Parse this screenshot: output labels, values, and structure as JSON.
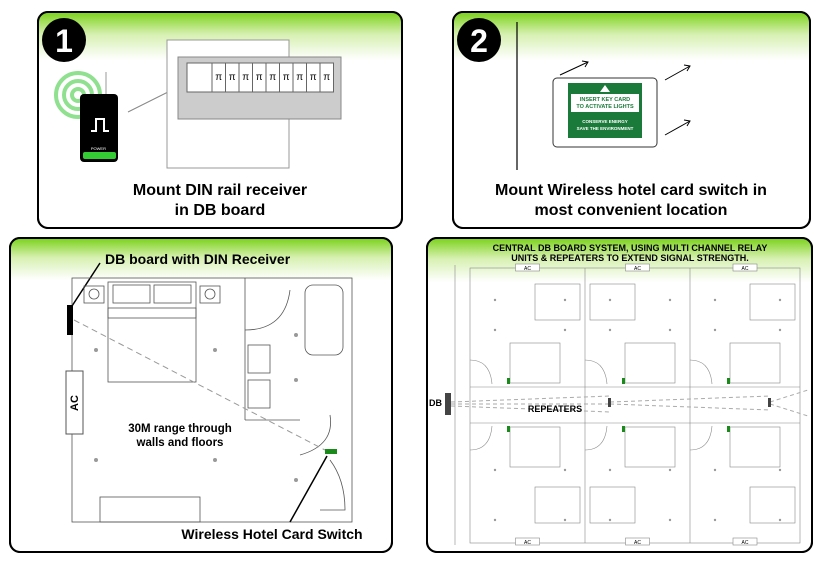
{
  "step1": {
    "number": "1",
    "caption_line1": "Mount DIN rail receiver",
    "caption_line2": "in DB board",
    "receiver_label": "POWER",
    "breaker_symbol": "π"
  },
  "step2": {
    "number": "2",
    "caption_line1": "Mount Wireless hotel card switch in",
    "caption_line2": "most convenient location",
    "switch_text_top1": "INSERT KEY CARD",
    "switch_text_top2": "TO ACTIVATE LIGHTS",
    "switch_text_bottom1": "CONSERVE ENERGY",
    "switch_text_bottom2": "SAVE THE ENVIRONMENT"
  },
  "room_plan": {
    "db_label": "DB board with DIN Receiver",
    "ac_label": "AC",
    "range_line1": "30M range through",
    "range_line2": "walls and floors",
    "switch_label": "Wireless Hotel Card Switch"
  },
  "central_system": {
    "title_line1": "CENTRAL DB BOARD SYSTEM, USING MULTI CHANNEL RELAY",
    "title_line2": "UNITS & REPEATERS TO EXTEND SIGNAL STRENGTH.",
    "db_label": "DB",
    "repeaters_label": "REPEATERS",
    "ac_label": "AC"
  },
  "colors": {
    "accent_green": "#7ed321",
    "switch_green": "#1a7a3a",
    "border": "#000000"
  }
}
